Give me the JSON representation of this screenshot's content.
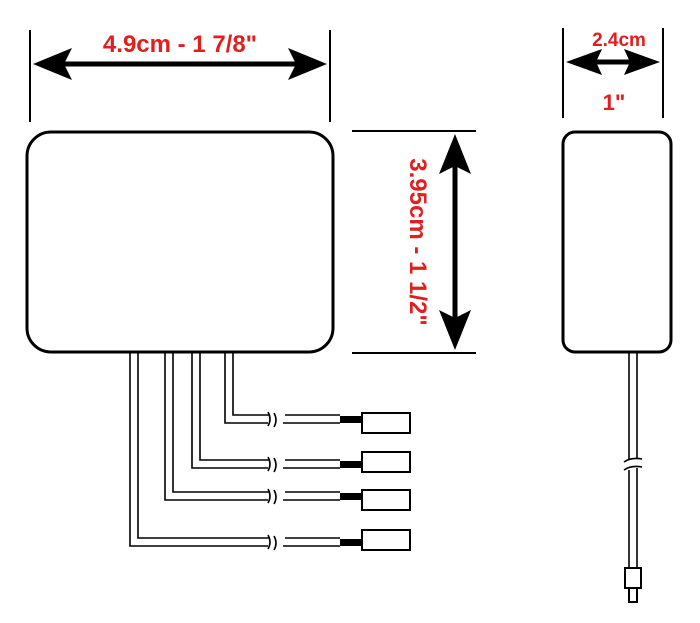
{
  "dimensions": {
    "width_label": "4.9cm - 1 7/8\"",
    "height_label": "3.95cm - 1 1/2\"",
    "depth_cm_label": "2.4cm",
    "depth_in_label": "1\""
  },
  "colors": {
    "dimension_text": "#e02020",
    "line": "#000000",
    "background": "#ffffff"
  }
}
